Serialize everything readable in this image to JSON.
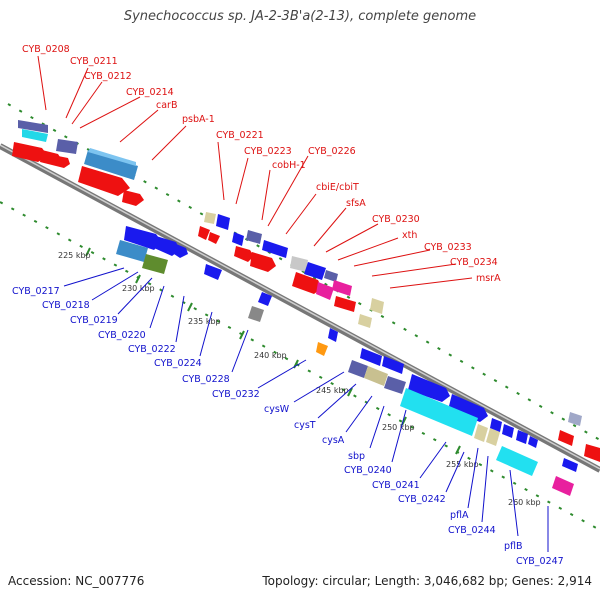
{
  "title": "Synechococcus sp. JA-2-3B'a(2-13), complete genome",
  "footer": {
    "accession": "Accession: NC_007776",
    "summary": "Topology: circular; Length: 3,046,682 bp; Genes: 2,914"
  },
  "colors": {
    "forward_label": "#dd1111",
    "reverse_label": "#1111cc",
    "backbone": "#888888",
    "tick": "#2e8b2e"
  },
  "forward_labels": [
    "CYB_0208",
    "CYB_0211",
    "CYB_0212",
    "CYB_0214",
    "carB",
    "psbA-1",
    "CYB_0221",
    "CYB_0223",
    "cobH-1",
    "CYB_0226",
    "cbiE/cbiT",
    "sfsA",
    "CYB_0230",
    "xth",
    "CYB_0233",
    "CYB_0234",
    "msrA"
  ],
  "reverse_labels": [
    "CYB_0217",
    "CYB_0218",
    "CYB_0219",
    "CYB_0220",
    "CYB_0222",
    "CYB_0224",
    "CYB_0228",
    "CYB_0232",
    "cysW",
    "cysT",
    "cysA",
    "sbp",
    "CYB_0240",
    "CYB_0241",
    "CYB_0242",
    "pflA",
    "CYB_0244",
    "pflB",
    "CYB_0247"
  ],
  "ticks": [
    "225 kbp",
    "230 kbp",
    "235 kbp",
    "240 kbp",
    "245 kbp",
    "250 kbp",
    "255 kbp",
    "260 kbp"
  ]
}
